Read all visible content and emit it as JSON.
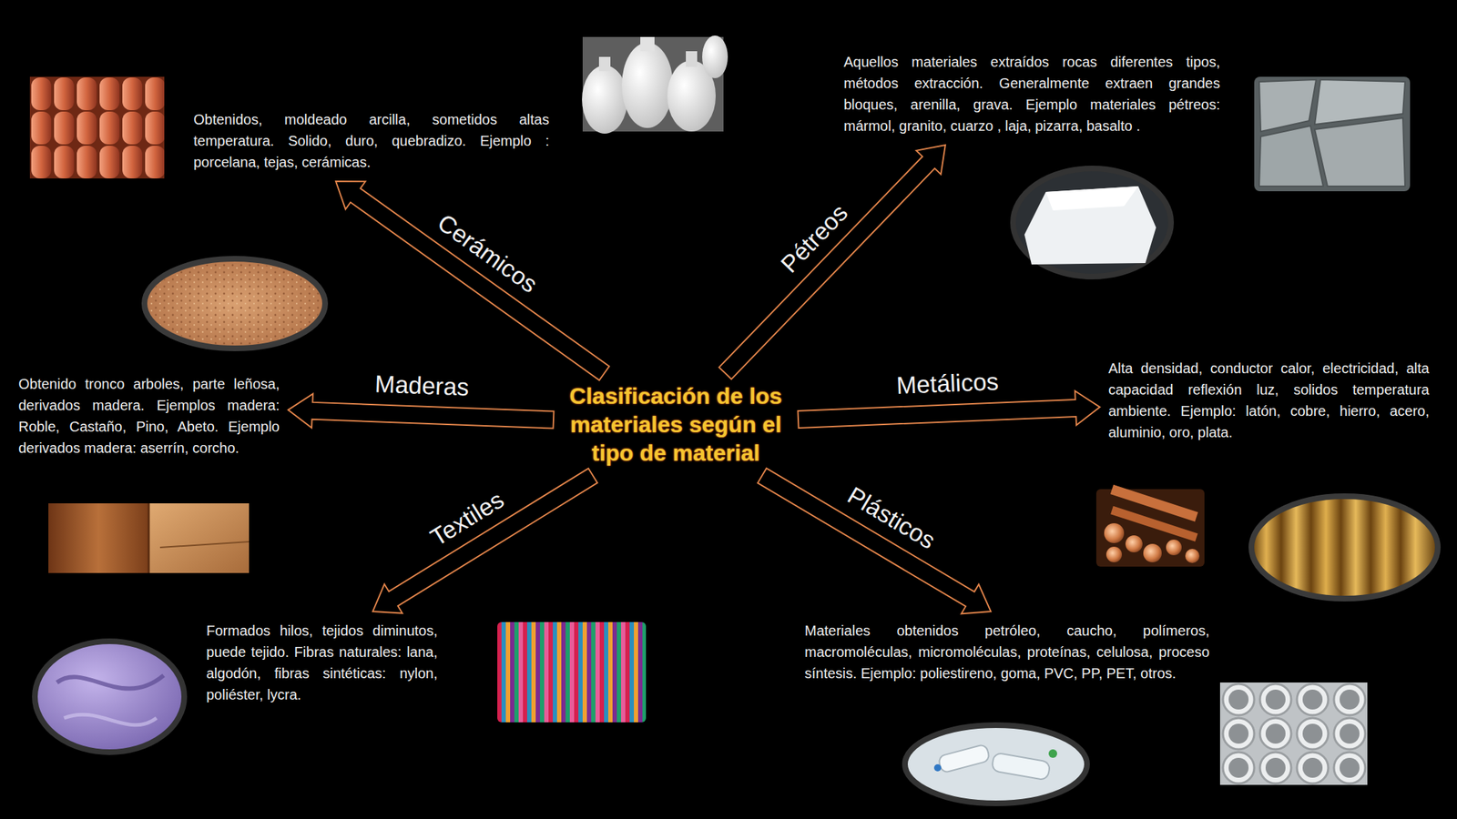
{
  "diagram": {
    "nodes": [
      {
        "text": [
          "Obtenidos, moldeado arcilla, sometidos altas temperatura. Solido, duro, quebradizo. Ejemplo : porcelana, tejas, cerámicas."
        ]
      },
      {
        "text": [
          "Aquellos materiales extraídos rocas diferentes tipos, métodos extracción. Generalmente extraen grandes bloques, arenilla, grava. Ejemplo materiales pétreos: mármol, granito, cuarzo , laja, pizarra, basalto ."
        ]
      },
      {
        "text": [
          "Obtenido tronco arboles, parte leñosa, derivados madera. Ejemplos madera: Roble, Castaño, Pino, Abeto. Ejemplo derivados madera: aserrín, corcho."
        ]
      },
      {
        "text": [
          "Clasificación de los materiales según el tipo de material"
        ]
      },
      {
        "text": [
          "Alta densidad, conductor calor, electricidad, alta capacidad reflexión luz, solidos temperatura ambiente. Ejemplo: latón, cobre, hierro, acero, aluminio, oro, plata."
        ]
      },
      {
        "text": [
          "Formados hilos, tejidos diminutos, puede tejido. Fibras naturales: lana, algodón, fibras sintéticas: nylon, poliéster, lycra."
        ]
      },
      {
        "text": [
          "Materiales obtenidos petróleo, caucho, polímeros, macromoléculas, micromoléculas, proteínas, celulosa, proceso síntesis. Ejemplo: poliestireno, goma, PVC, PP, PET, otros."
        ]
      }
    ],
    "edges": [
      {
        "from": 3,
        "to": 0,
        "arrow": "to",
        "label": "Cerámicos"
      },
      {
        "from": 3,
        "to": 1,
        "arrow": "to",
        "label": "Pétreos"
      },
      {
        "from": 3,
        "to": 2,
        "arrow": "to",
        "label": "Maderas"
      },
      {
        "from": 3,
        "to": 4,
        "arrow": "to",
        "label": "Metálicos"
      },
      {
        "from": 3,
        "to": 5,
        "arrow": "to",
        "label": "Textiles"
      },
      {
        "from": 3,
        "to": 6,
        "arrow": "to",
        "label": "Plásticos"
      }
    ]
  }
}
